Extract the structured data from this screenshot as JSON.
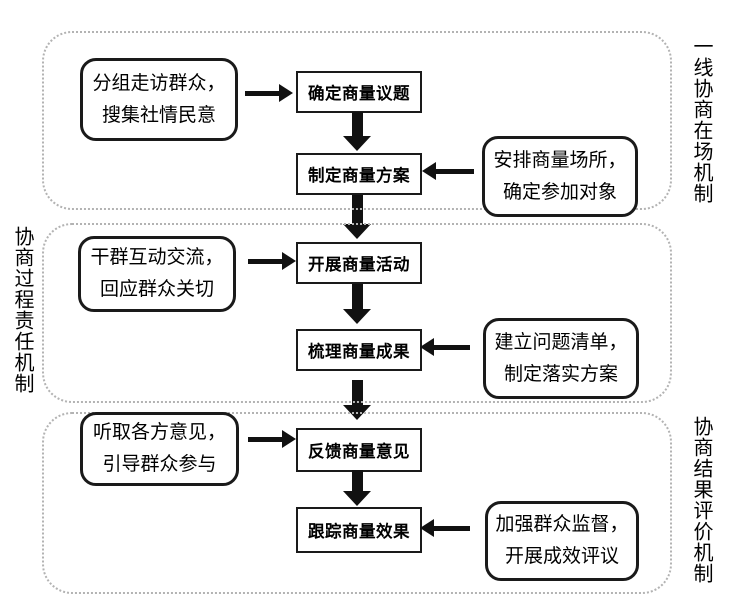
{
  "colors": {
    "arrow": "#111111",
    "box_border": "#1a1a1a",
    "section_border": "#b3b3b3",
    "text": "#000000",
    "background": "#ffffff"
  },
  "sections": [
    {
      "side_label": "一线协商在场机制",
      "input_box": "分组走访群众，\n搜集社情民意",
      "step1": "确定商量议题",
      "step2": "制定商量方案",
      "support_box": "安排商量场所，\n确定参加对象"
    },
    {
      "side_label": "协商过程责任机制",
      "input_box": "干群互动交流，\n回应群众关切",
      "step1": "开展商量活动",
      "step2": "梳理商量成果",
      "support_box": "建立问题清单，\n制定落实方案"
    },
    {
      "side_label": "协商结果评价机制",
      "input_box": "听取各方意见，\n引导群众参与",
      "step1": "反馈商量意见",
      "step2": "跟踪商量效果",
      "support_box": "加强群众监督，\n开展成效评议"
    }
  ]
}
